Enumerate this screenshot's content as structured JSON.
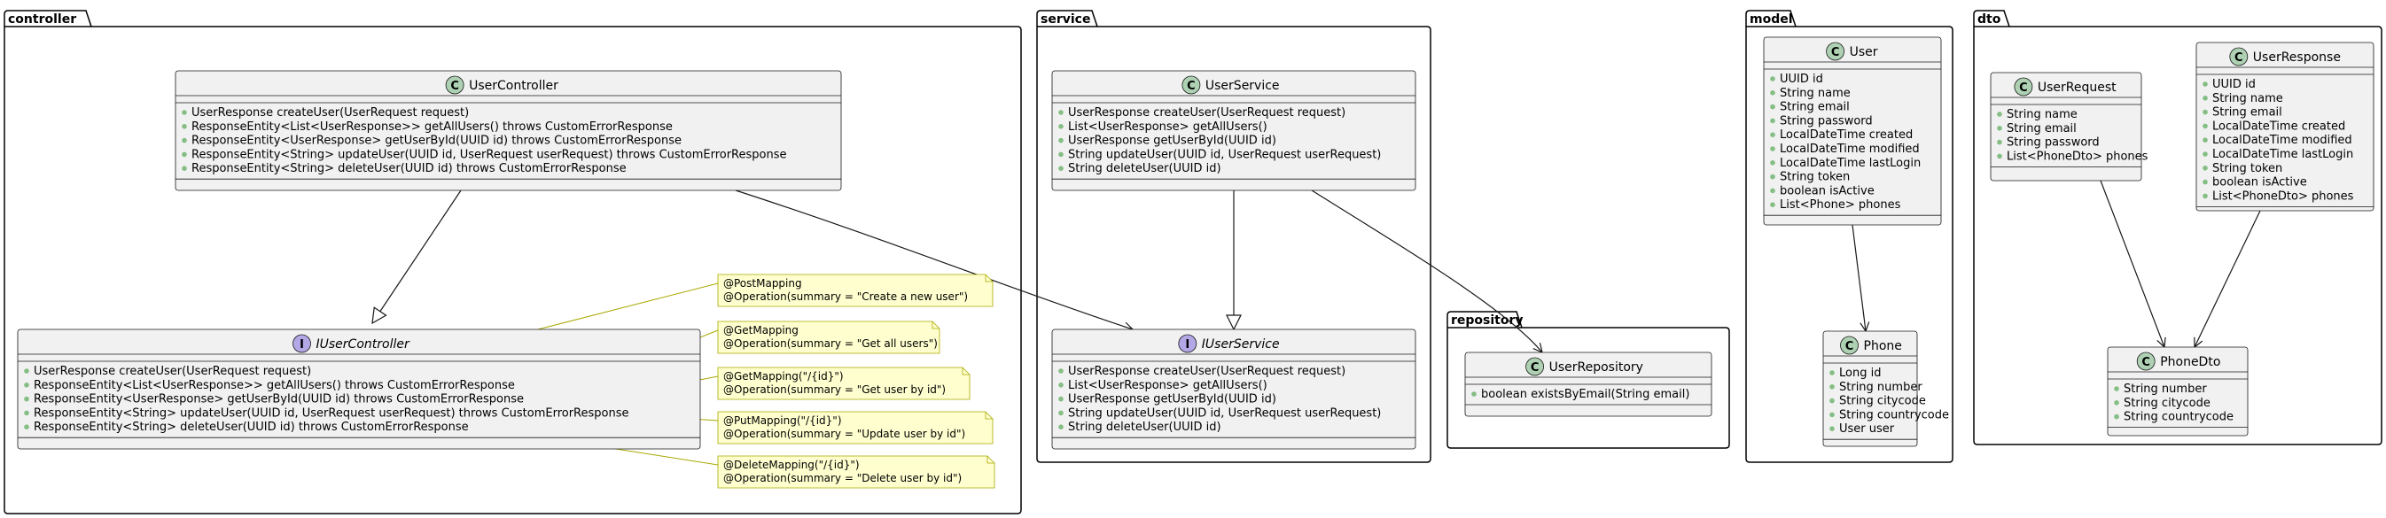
{
  "packages": [
    {
      "id": "controller",
      "title": "controller"
    },
    {
      "id": "service",
      "title": "service"
    },
    {
      "id": "repository",
      "title": "repository"
    },
    {
      "id": "model",
      "title": "model"
    },
    {
      "id": "dto",
      "title": "dto"
    }
  ],
  "classes": [
    {
      "id": "UserController",
      "kind": "C",
      "name": "UserController",
      "members": [
        "UserResponse createUser(UserRequest request)",
        "ResponseEntity<List<UserResponse>> getAllUsers() throws CustomErrorResponse",
        "ResponseEntity<UserResponse> getUserById(UUID id) throws CustomErrorResponse",
        "ResponseEntity<String> updateUser(UUID id, UserRequest userRequest) throws CustomErrorResponse",
        "ResponseEntity<String> deleteUser(UUID id) throws CustomErrorResponse"
      ]
    },
    {
      "id": "IUserController",
      "kind": "I",
      "name": "IUserController",
      "members": [
        "UserResponse createUser(UserRequest request)",
        "ResponseEntity<List<UserResponse>> getAllUsers() throws CustomErrorResponse",
        "ResponseEntity<UserResponse> getUserById(UUID id) throws CustomErrorResponse",
        "ResponseEntity<String> updateUser(UUID id, UserRequest userRequest) throws CustomErrorResponse",
        "ResponseEntity<String> deleteUser(UUID id) throws CustomErrorResponse"
      ]
    },
    {
      "id": "UserService",
      "kind": "C",
      "name": "UserService",
      "members": [
        "UserResponse createUser(UserRequest request)",
        "List<UserResponse> getAllUsers()",
        "UserResponse getUserById(UUID id)",
        "String updateUser(UUID id, UserRequest userRequest)",
        "String deleteUser(UUID id)"
      ]
    },
    {
      "id": "IUserService",
      "kind": "I",
      "name": "IUserService",
      "members": [
        "UserResponse createUser(UserRequest request)",
        "List<UserResponse> getAllUsers()",
        "UserResponse getUserById(UUID id)",
        "String updateUser(UUID id, UserRequest userRequest)",
        "String deleteUser(UUID id)"
      ]
    },
    {
      "id": "UserRepository",
      "kind": "C",
      "name": "UserRepository",
      "members": [
        "boolean existsByEmail(String email)"
      ]
    },
    {
      "id": "User",
      "kind": "C",
      "name": "User",
      "members": [
        "UUID id",
        "String name",
        "String email",
        "String password",
        "LocalDateTime created",
        "LocalDateTime modified",
        "LocalDateTime lastLogin",
        "String token",
        "boolean isActive",
        "List<Phone> phones"
      ]
    },
    {
      "id": "Phone",
      "kind": "C",
      "name": "Phone",
      "members": [
        "Long id",
        "String number",
        "String citycode",
        "String countrycode",
        "User user"
      ]
    },
    {
      "id": "UserRequest",
      "kind": "C",
      "name": "UserRequest",
      "members": [
        "String name",
        "String email",
        "String password",
        "List<PhoneDto> phones"
      ]
    },
    {
      "id": "UserResponse",
      "kind": "C",
      "name": "UserResponse",
      "members": [
        "UUID id",
        "String name",
        "String email",
        "LocalDateTime created",
        "LocalDateTime modified",
        "LocalDateTime lastLogin",
        "String token",
        "boolean isActive",
        "List<PhoneDto> phones"
      ]
    },
    {
      "id": "PhoneDto",
      "kind": "C",
      "name": "PhoneDto",
      "members": [
        "String number",
        "String citycode",
        "String countrycode"
      ]
    }
  ],
  "notes": [
    {
      "id": "note-post",
      "lines": [
        "@PostMapping",
        "@Operation(summary = \"Create a new user\")"
      ]
    },
    {
      "id": "note-getall",
      "lines": [
        "@GetMapping",
        "@Operation(summary = \"Get all users\")"
      ]
    },
    {
      "id": "note-getone",
      "lines": [
        "@GetMapping(\"/{id}\")",
        "@Operation(summary = \"Get user by id\")"
      ]
    },
    {
      "id": "note-put",
      "lines": [
        "@PutMapping(\"/{id}\")",
        "@Operation(summary = \"Update user by id\")"
      ]
    },
    {
      "id": "note-delete",
      "lines": [
        "@DeleteMapping(\"/{id}\")",
        "@Operation(summary = \"Delete user by id\")"
      ]
    }
  ],
  "colors": {
    "classFill": "#F1F1F1",
    "classBorder": "#181818",
    "noteFill": "#FEFECE",
    "noteBorder": "#A8A800",
    "circleClass": "#ADD1B2",
    "circleInterface": "#B4A7E5",
    "memberDot": "#84BE84"
  }
}
